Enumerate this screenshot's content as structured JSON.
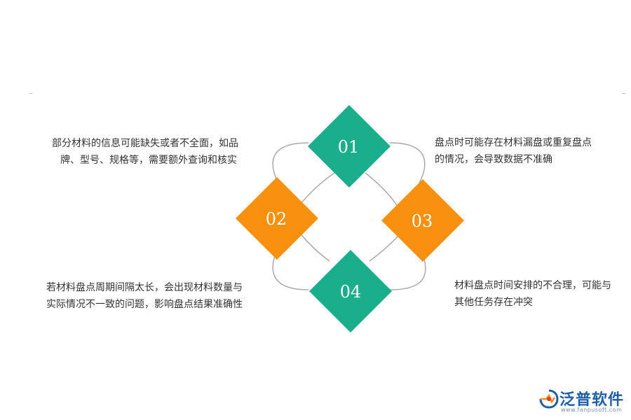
{
  "items": [
    {
      "number": "01",
      "lines": [
        "盘点时可能存在材料漏盘或重复盘点",
        "的情况，会导致数据不准确"
      ],
      "color": "#1aae8a"
    },
    {
      "number": "02",
      "lines": [
        "部分材料的信息可能缺失或者不全面，如品",
        "牌、型号、规格等，需要额外查询和核实"
      ],
      "color": "#f7900f"
    },
    {
      "number": "03",
      "lines": [
        "材料盘点时间安排的不合理，可能与",
        "其他任务存在冲突"
      ],
      "color": "#f7900f"
    },
    {
      "number": "04",
      "lines": [
        "若材料盘点周期间隔太长，会出现材料数量与",
        "实际情况不一致的问题，影响盘点结果准确性"
      ],
      "color": "#1aae8a"
    }
  ],
  "logo": {
    "name": "泛普软件",
    "url": "www.fanpusoft.com",
    "brand_color": "#1f5fa8",
    "icon": "fanpu-logo-icon"
  }
}
